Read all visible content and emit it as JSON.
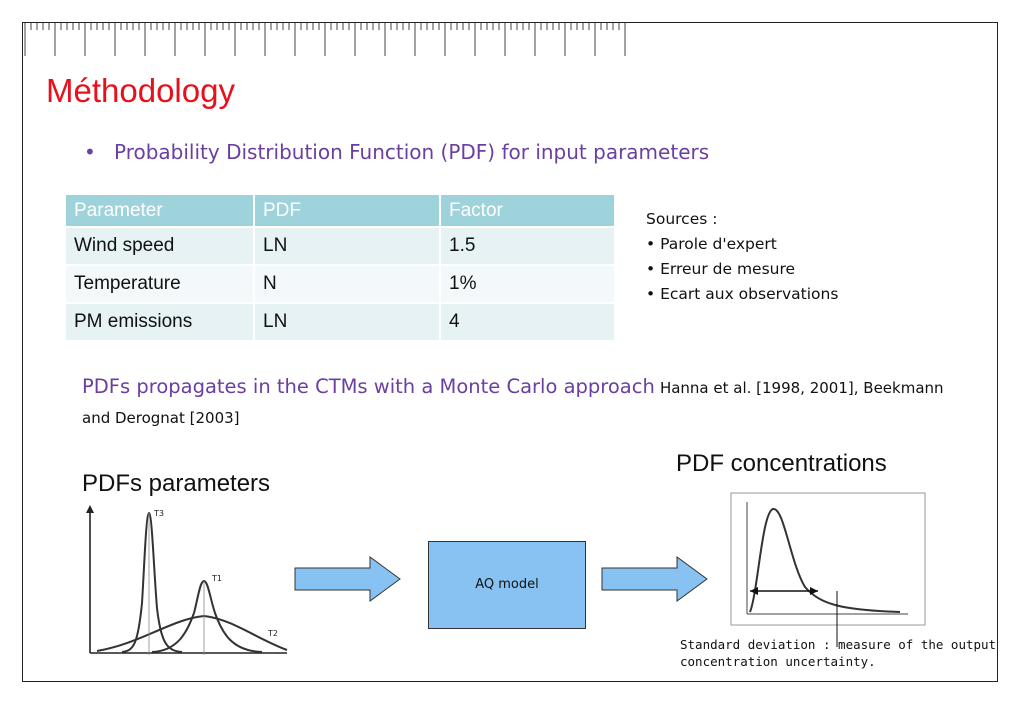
{
  "slide": {
    "title": "Méthodology",
    "bullet": "Probability Distribution Function (PDF) for input parameters",
    "table": {
      "headers": [
        "Parameter",
        "PDF",
        "Factor"
      ],
      "rows": [
        [
          "Wind speed",
          "LN",
          "1.5"
        ],
        [
          "Temperature",
          "N",
          "1%"
        ],
        [
          "PM emissions",
          "LN",
          "4"
        ]
      ]
    },
    "sources": {
      "heading": "Sources :",
      "items": [
        "• Parole d'expert",
        "• Erreur de mesure",
        "• Ecart aux observations"
      ]
    },
    "propagation": {
      "main": "PDFs propagates in the CTMs with a Monte Carlo approach",
      "ref": "Hanna et al. [1998, 2001], Beekmann and Derognat [2003]"
    },
    "pdfs_parameters_label": "PDFs parameters",
    "pdf_concentrations_label": "PDF concentrations",
    "aq_model_label": "AQ model",
    "curve_labels": {
      "t1": "T1",
      "t2": "T2",
      "t3": "T3"
    },
    "std_note_line1": "Standard deviation : measure of the output",
    "std_note_line2": "concentration uncertainty.",
    "colors": {
      "title": "#e8101a",
      "accent": "#6a3fa0",
      "table_header": "#9ed3dc",
      "arrow_fill": "#88c2f2"
    }
  }
}
